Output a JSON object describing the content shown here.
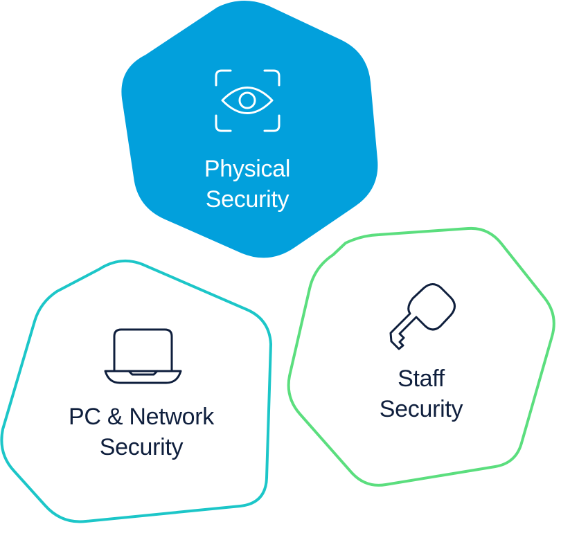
{
  "colors": {
    "physical_fill": "#02A0DC",
    "physical_text": "#FFFFFF",
    "pc_outline": "#1CC6C8",
    "staff_outline": "#5BDE7E",
    "dark_text": "#0F1F3D",
    "background": "#FFFFFF"
  },
  "nodes": {
    "physical": {
      "icon": "eye-scan-icon",
      "label_line1": "Physical",
      "label_line2": "Security"
    },
    "pc_network": {
      "icon": "laptop-icon",
      "label_line1": "PC & Network",
      "label_line2": "Security"
    },
    "staff": {
      "icon": "key-icon",
      "label_line1": "Staff",
      "label_line2": "Security"
    }
  }
}
